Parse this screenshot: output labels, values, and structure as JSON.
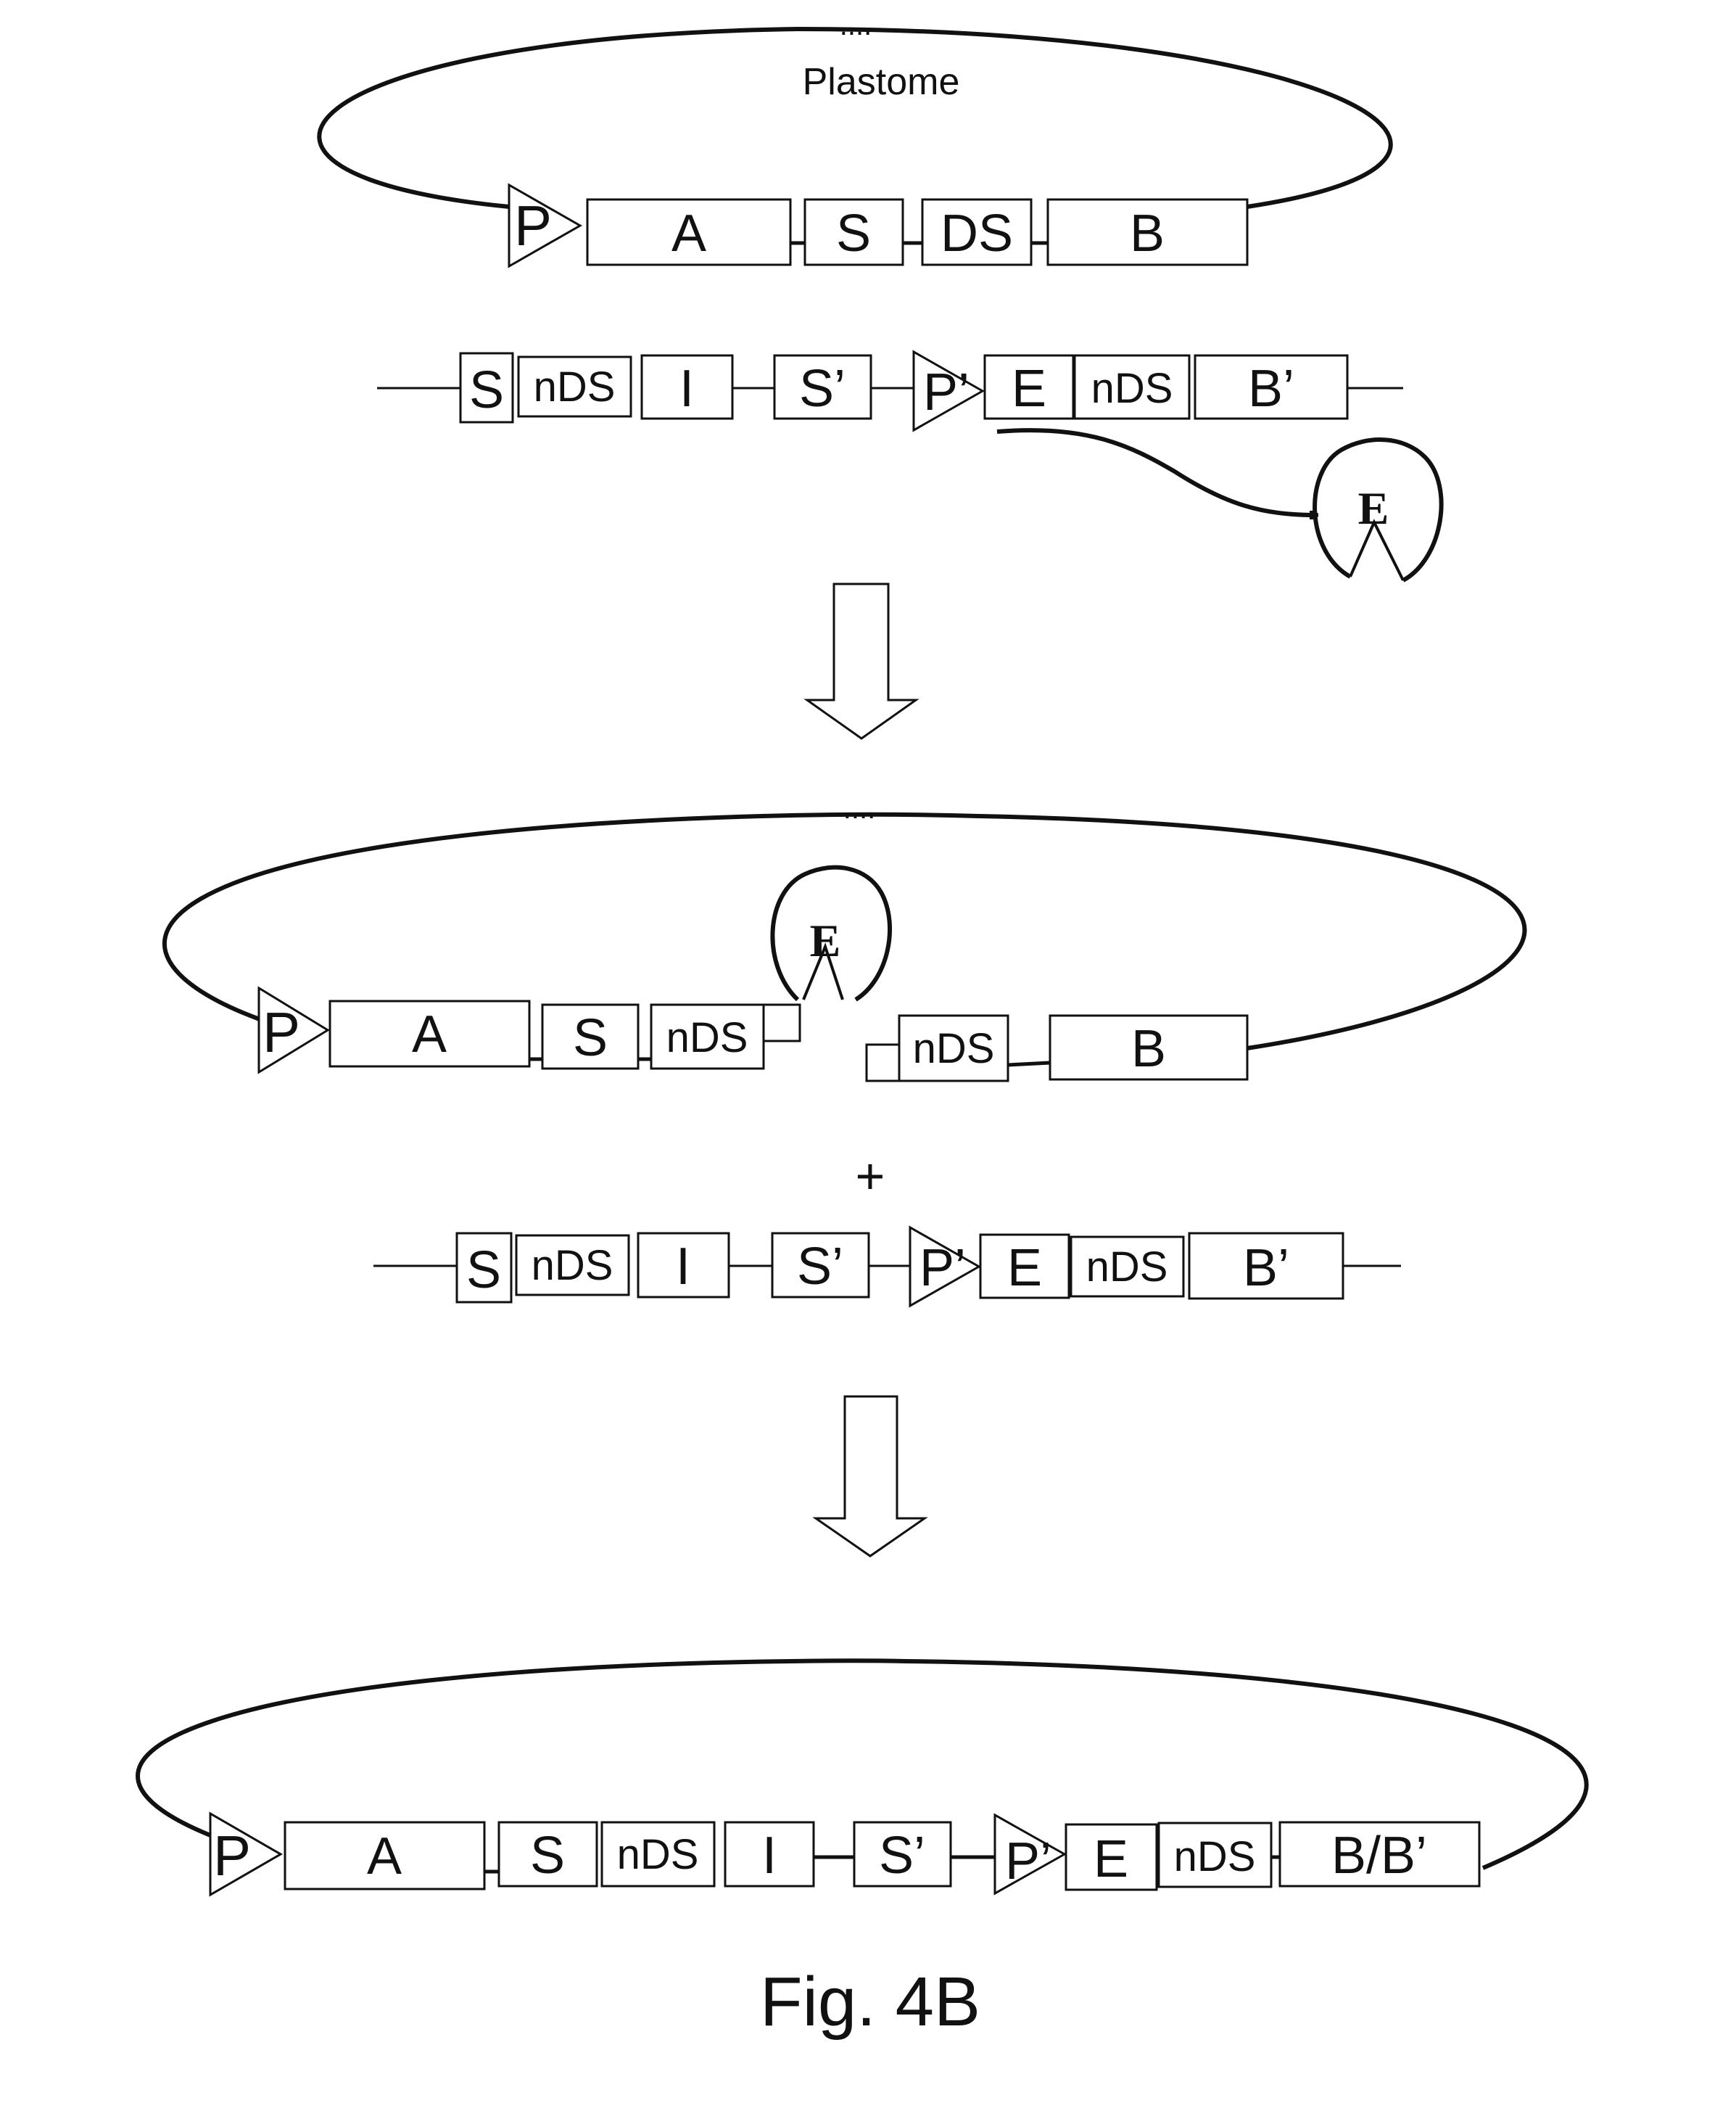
{
  "figure": {
    "plastome_label": "Plastome",
    "caption": "Fig. 4B",
    "plus_sign": "+",
    "ellipsis": "....",
    "enzyme_label": "E"
  },
  "plastome_1": {
    "labels": [
      "P",
      "A",
      "S",
      "DS",
      "B"
    ]
  },
  "construct_1": {
    "labels": [
      "S",
      "nDS",
      "I",
      "S’",
      "P’",
      "E",
      "nDS",
      "B’"
    ]
  },
  "plastome_2": {
    "left_labels": [
      "P",
      "A",
      "S",
      "nDS"
    ],
    "right_labels": [
      "nDS",
      "B"
    ]
  },
  "construct_2": {
    "labels": [
      "S",
      "nDS",
      "I",
      "S’",
      "P’",
      "E",
      "nDS",
      "B’"
    ]
  },
  "plastome_3": {
    "labels": [
      "P",
      "A",
      "S",
      "nDS",
      "I",
      "S’",
      "P’",
      "E",
      "nDS",
      "B/B’"
    ]
  }
}
